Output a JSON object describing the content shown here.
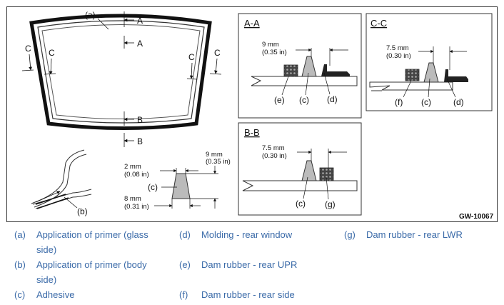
{
  "figure": {
    "ref": "GW-10067",
    "sections": {
      "aa": {
        "title": "A-A",
        "dim": "9 mm",
        "dim_in": "(0.35 in)",
        "labels": [
          "(e)",
          "(c)",
          "(d)"
        ]
      },
      "cc": {
        "title": "C-C",
        "dim": "7.5 mm",
        "dim_in": "(0.30 in)",
        "labels": [
          "(f)",
          "(c)",
          "(d)"
        ]
      },
      "bb": {
        "title": "B-B",
        "dim": "7.5 mm",
        "dim_in": "(0.30 in)",
        "labels": [
          "(c)",
          "(g)"
        ]
      }
    },
    "window_labels": {
      "a": "(a)",
      "A": "A",
      "B": "B",
      "C": "C"
    },
    "bead": {
      "label": "(c)",
      "top_mm": "2 mm",
      "top_in": "(0.08 in)",
      "base_mm": "8 mm",
      "base_in": "(0.31 in)",
      "height_mm": "9 mm",
      "height_in": "(0.35 in)"
    },
    "glass_label": "(b)"
  },
  "legend": [
    {
      "key": "(a)",
      "line1": "Application of primer (glass",
      "line2": "side)"
    },
    {
      "key": "(b)",
      "line1": "Application of primer (body",
      "line2": "side)"
    },
    {
      "key": "(c)",
      "line1": "Adhesive",
      "line2": ""
    },
    {
      "key": "(d)",
      "line1": "Molding - rear window",
      "line2": ""
    },
    {
      "key": "(e)",
      "line1": "Dam rubber - rear UPR",
      "line2": ""
    },
    {
      "key": "(f)",
      "line1": "Dam rubber - rear side",
      "line2": ""
    },
    {
      "key": "(g)",
      "line1": "Dam rubber - rear LWR",
      "line2": ""
    }
  ]
}
